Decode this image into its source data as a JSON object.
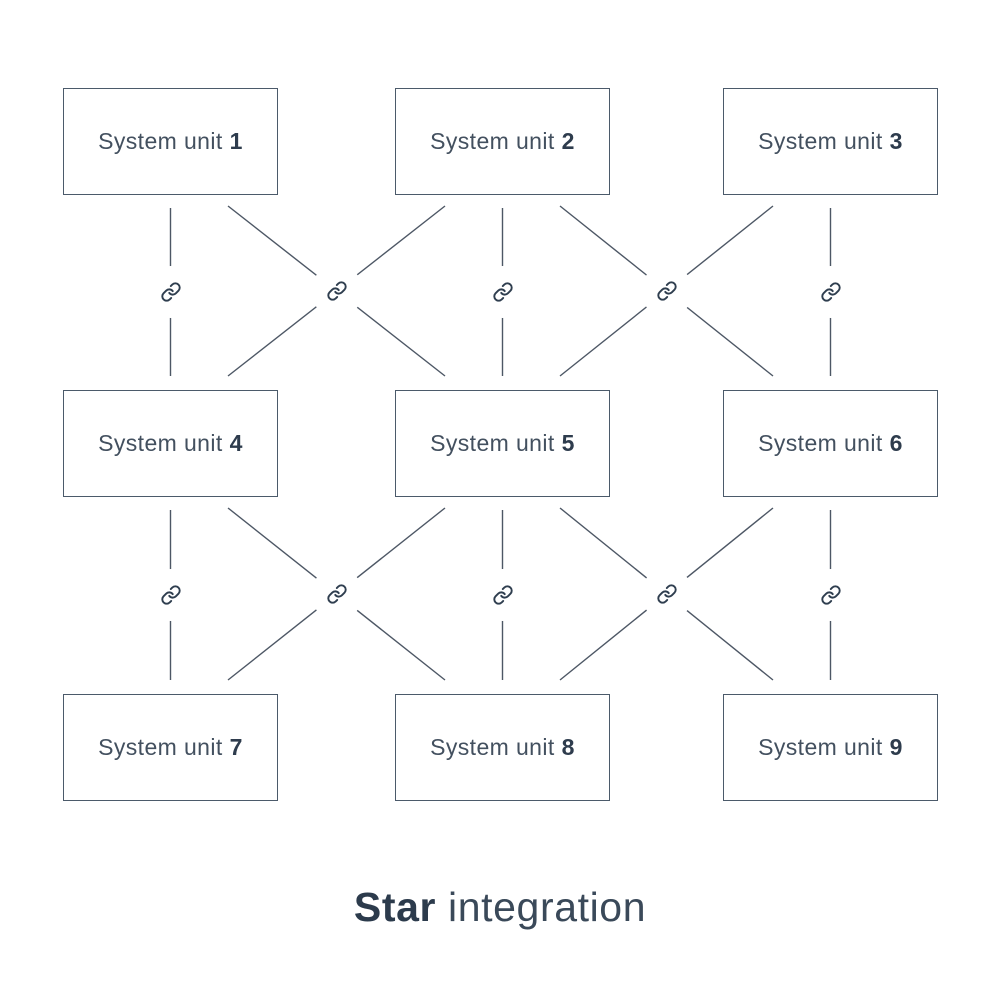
{
  "diagram": {
    "units": [
      {
        "name": "System unit",
        "number": "1"
      },
      {
        "name": "System unit",
        "number": "2"
      },
      {
        "name": "System unit",
        "number": "3"
      },
      {
        "name": "System unit",
        "number": "4"
      },
      {
        "name": "System unit",
        "number": "5"
      },
      {
        "name": "System unit",
        "number": "6"
      },
      {
        "name": "System unit",
        "number": "7"
      },
      {
        "name": "System unit",
        "number": "8"
      },
      {
        "name": "System unit",
        "number": "9"
      }
    ],
    "grid": {
      "rows": 3,
      "cols": 3
    },
    "connections": [
      {
        "from": 1,
        "to": 4,
        "type": "vertical"
      },
      {
        "from": 2,
        "to": 5,
        "type": "vertical"
      },
      {
        "from": 3,
        "to": 6,
        "type": "vertical"
      },
      {
        "from": 4,
        "to": 7,
        "type": "vertical"
      },
      {
        "from": 5,
        "to": 8,
        "type": "vertical"
      },
      {
        "from": 6,
        "to": 9,
        "type": "vertical"
      },
      {
        "from": 1,
        "to": 5,
        "type": "diagonal"
      },
      {
        "from": 2,
        "to": 4,
        "type": "diagonal"
      },
      {
        "from": 2,
        "to": 6,
        "type": "diagonal"
      },
      {
        "from": 3,
        "to": 5,
        "type": "diagonal"
      },
      {
        "from": 4,
        "to": 8,
        "type": "diagonal"
      },
      {
        "from": 5,
        "to": 7,
        "type": "diagonal"
      },
      {
        "from": 5,
        "to": 9,
        "type": "diagonal"
      },
      {
        "from": 6,
        "to": 8,
        "type": "diagonal"
      }
    ],
    "connection_icon": "chain-link-icon",
    "colors": {
      "background": "#ffffff",
      "box_border": "#4b5a6a",
      "box_text": "#43505f",
      "box_number": "#2e3c4d",
      "line": "#4d5765",
      "icon": "#2f3e4f",
      "title_bold": "#2c3b4c",
      "title_regular": "#3a4959"
    }
  },
  "title": {
    "bold": "Star",
    "regular": " integration"
  }
}
